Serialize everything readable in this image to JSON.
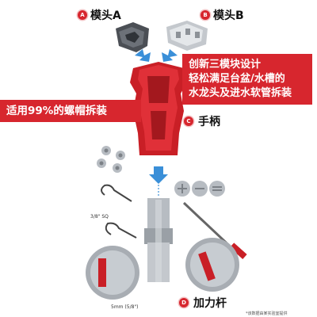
{
  "module_a": {
    "badge": "A",
    "label": "模头A",
    "icon": "module-a-head-icon"
  },
  "module_b": {
    "badge": "B",
    "label": "模头B",
    "icon": "module-b-head-icon"
  },
  "feature_banner": {
    "line1": "创新三模块设计",
    "line2": "轻松满足台盆/水槽的",
    "line3": "水龙头及进水软管拆装"
  },
  "nut_banner": {
    "text": "适用99%的螺帽拆装"
  },
  "handle": {
    "badge": "C",
    "label": "手柄"
  },
  "lever": {
    "badge": "D",
    "label": "加力杆"
  },
  "annotations": {
    "sq": "3/8\" SQ",
    "mm": "5mm (5/8\")",
    "note": "*该数据由某实验室提供"
  },
  "colors": {
    "accent": "#d7262e",
    "tool_red": "#c91f26",
    "arrow_blue": "#3a8fd8",
    "metal": "#b7bcc2"
  }
}
